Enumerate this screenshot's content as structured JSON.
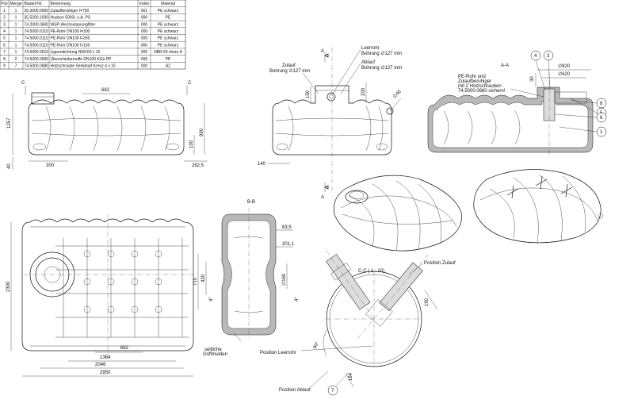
{
  "bom": {
    "headers": [
      "Pos",
      "Menge",
      "Bauteil Nr.",
      "Benennung",
      "Index",
      "Material"
    ],
    "rows": [
      [
        "1",
        "1",
        "35.0000.0900",
        "Zulaufberuhiger l=750",
        "001",
        "PE schwarz"
      ],
      [
        "2",
        "1",
        "35.5200.1000",
        "Hudson 5000L o.A. PS",
        "000",
        "PE"
      ],
      [
        "3",
        "1",
        "74.2000.0600",
        "WSP-Wechselsprungfilter",
        "000",
        "PE schwarz"
      ],
      [
        "4",
        "1",
        "74.5000.0110",
        "PE-Rohr DN100 l=300",
        "000",
        "PE schwarz"
      ],
      [
        "5",
        "1",
        "74.5000.0110",
        "PE-Rohr DN100 l=350",
        "000",
        "PE schwarz"
      ],
      [
        "6",
        "1",
        "74.5000.0110",
        "PE-Rohr DN100 l=150",
        "000",
        "PE schwarz"
      ],
      [
        "7",
        "1",
        "74.5000.0510",
        "Lippendichtung NW100 x 10",
        "000",
        "NBR 60 shore A"
      ],
      [
        "8",
        "2",
        "74.5000.0590",
        "Überschiebemuffe DN100 KGü PP",
        "000",
        "PP"
      ],
      [
        "9",
        "7",
        "74.5000.0680",
        "Holzschraube Senkkopf Kreuz 4 x 16",
        "000",
        "A2"
      ]
    ]
  },
  "views": {
    "front": {
      "section_mark": "C",
      "dims": [
        "682",
        "1257",
        "990",
        "100",
        "40",
        "300",
        "262,5"
      ]
    },
    "side": {
      "section_mark": "A",
      "leerrohr": "Leerrohr",
      "leerrohr_bore": "Bohrung ∅127 mm",
      "zulauf": "Zulauf",
      "zulauf_bore": "Bohrung ∅127 mm",
      "ablauf": "Ablauf",
      "ablauf_bore": "Bohrung ∅127 mm",
      "dims": [
        "150",
        "200",
        "∅40",
        "140"
      ]
    },
    "section_aa": {
      "title": "A-A",
      "note_line1": "PE-Rohr und",
      "note_line2": "Zulaufberuhiger",
      "note_line3": "mit 2 Holzschrauben",
      "note_line4": "74.5000.0680 sichern!",
      "dims": [
        "∅820",
        "∅620",
        "30"
      ],
      "balloons": [
        "4",
        "3",
        "5",
        "8",
        "6",
        "1"
      ]
    },
    "plan": {
      "dims": [
        "2300",
        "710",
        "420",
        "682",
        "1364",
        "2046",
        "2950"
      ]
    },
    "section_bb": {
      "title": "B-B",
      "dims": [
        "83,5",
        "201,1",
        "∅160",
        "4°",
        "4°"
      ],
      "note_line1": "seitliche",
      "note_line2": "Griffmulden"
    },
    "section_cc": {
      "title": "C-C ( 1 : 10)",
      "position_zulauf": "Position Zulauf",
      "position_leerrohr": "Position Leerrohr",
      "position_ablauf": "Position Ablauf",
      "dims": [
        "190",
        "184",
        "90°"
      ],
      "balloon": "7"
    }
  }
}
